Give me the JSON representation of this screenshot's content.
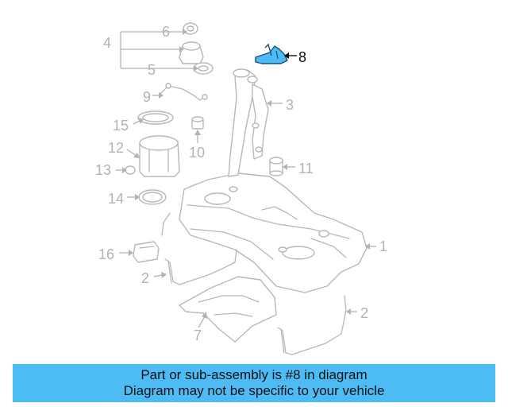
{
  "diagram": {
    "callouts": {
      "c1": "1",
      "c2a": "2",
      "c2b": "2",
      "c3": "3",
      "c4": "4",
      "c5": "5",
      "c6": "6",
      "c7": "7",
      "c8": "8",
      "c9": "9",
      "c10": "10",
      "c11": "11",
      "c12": "12",
      "c13": "13",
      "c14": "14",
      "c15": "15",
      "c16": "16"
    },
    "highlighted_part": "8",
    "colors": {
      "part_line": "#b8b8b8",
      "highlight": "#4dbcf5",
      "banner": "#4dbcf5",
      "text": "#111111"
    }
  },
  "banner": {
    "line1": "Part or sub-assembly is #8 in diagram",
    "line2": "Diagram may not be specific to your vehicle"
  }
}
